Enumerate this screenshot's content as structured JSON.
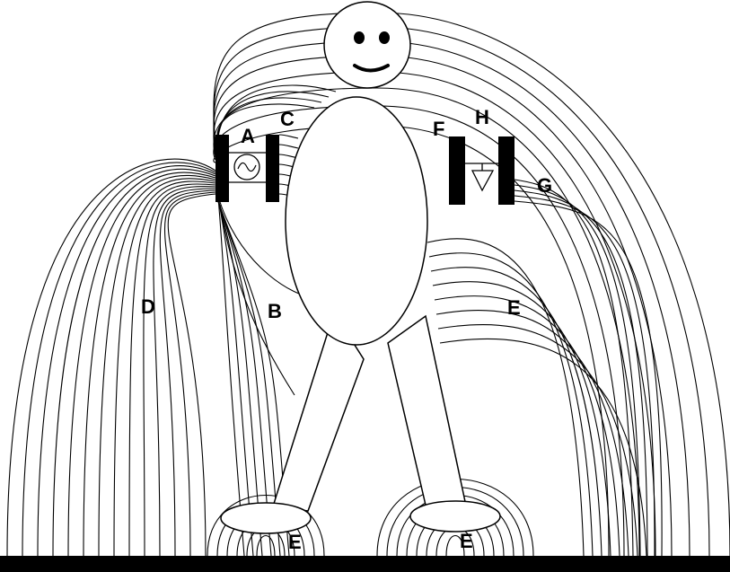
{
  "labels": {
    "a": "A",
    "b": "B",
    "c": "C",
    "d": "D",
    "e_right": "E",
    "e_left_foot": "E",
    "e_right_foot": "E",
    "f": "F",
    "g": "G",
    "h": "H"
  },
  "colors": {
    "stroke": "#000000",
    "background": "#ffffff",
    "fill": "#000000"
  },
  "icons": {
    "source": "ac-source-icon",
    "receiver": "receiver-diode-icon"
  }
}
